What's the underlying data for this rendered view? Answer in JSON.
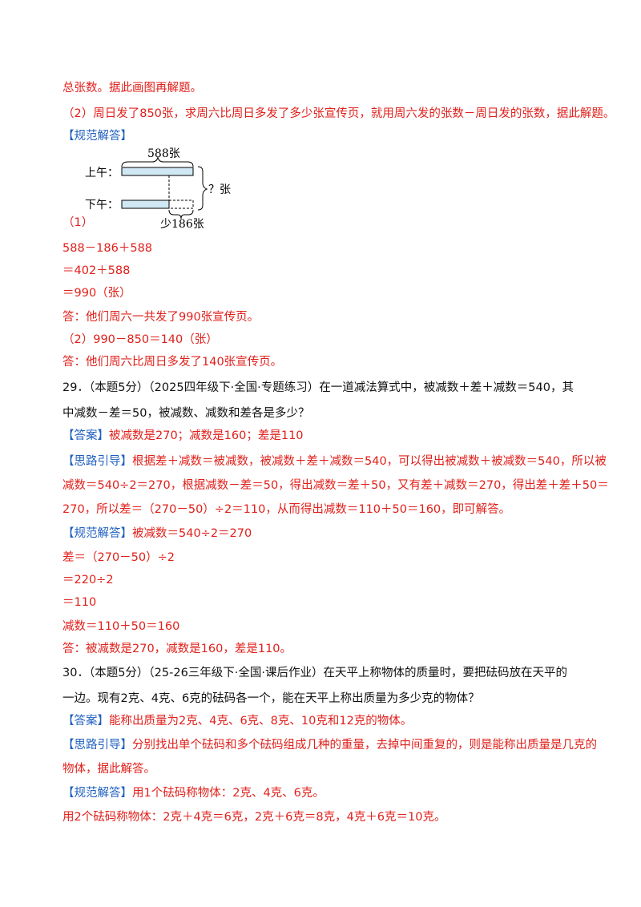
{
  "lines": {
    "l1": "总张数。据此画图再解题。",
    "l2": "（2）周日发了850张，求周六比周日多发了多少张宣传页，就用周六发的张数－周日发的张数，据此解题。",
    "l3_tag": "【规范解答】",
    "l4": "（1）",
    "l5": "588－186＋588",
    "l6": "＝402＋588",
    "l7": "＝990（张）",
    "l8": "答：他们周六一共发了990张宣传页。",
    "l9": "（2）990－850＝140（张）",
    "l10": "答：他们周六比周日多发了140张宣传页。",
    "q29a": "29．（本题5分）（2025四年级下·全国·专题练习）在一道减法算式中，被减数＋差＋减数＝540，其",
    "q29b": "中减数－差＝50，被减数、减数和差各是多少？",
    "a29_tag": "【答案】",
    "a29": "被减数是270；减数是160；差是110",
    "t29_tag": "【思路引导】",
    "t29a": "根据差＋减数＝被减数，被减数＋差＋减数＝540，可以得出被减数＋被减数＝540，所以被",
    "t29b": "减数＝540÷2＝270，根据减数－差＝50，得出减数＝差＋50，又有差＋减数＝270，得出差＋差＋50＝",
    "t29c": "270，所以差＝（270－50）÷2＝110，从而得出减数＝110＋50＝160，即可解答。",
    "s29_tag": "【规范解答】",
    "s29a": "被减数＝540÷2＝270",
    "s29b": "差＝（270－50）÷2",
    "s29c": "＝220÷2",
    "s29d": "＝110",
    "s29e": "减数＝110＋50＝160",
    "s29f": "答：被减数是270，减数是160，差是110。",
    "q30a": "30．（本题5分）（25-26三年级下·全国·课后作业）在天平上称物体的质量时，要把砝码放在天平的",
    "q30b": "一边。现有2克、4克、6克的砝码各一个，能在天平上称出质量为多少克的物体？",
    "a30_tag": "【答案】",
    "a30": "能称出质量为2克、4克、6克、8克、10克和12克的物体。",
    "t30_tag": "【思路引导】",
    "t30a": "分别找出单个砝码和多个砝码组成几种的重量，去掉中间重复的，则是能称出质量是几克的",
    "t30b": "物体，据此解答。",
    "s30_tag": "【规范解答】",
    "s30a": "用1个砝码称物体：2克、4克、6克。",
    "s30b": "用2个砝码称物体：2克＋4克＝6克，2克＋6克＝8克，4克＋6克＝10克。"
  },
  "diagram": {
    "top_label": "588张",
    "row1_label": "上午：",
    "row2_label": "下午：",
    "right_label": "？张",
    "bottom_label": "少186张",
    "fill_color": "#cfe8f3"
  },
  "colors": {
    "red": "#e0201b",
    "blue": "#1f5fbf"
  }
}
